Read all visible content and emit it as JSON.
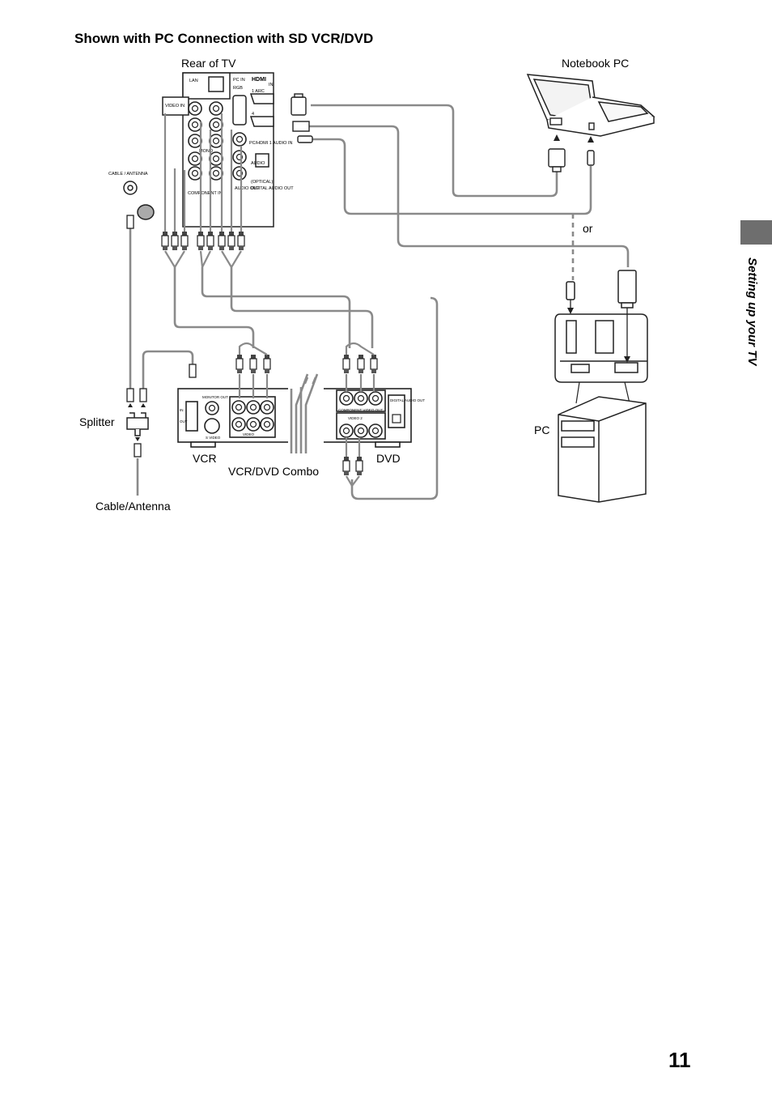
{
  "heading": "Shown with PC Connection with SD VCR/DVD",
  "labels": {
    "rear_of_tv": "Rear of TV",
    "notebook_pc": "Notebook PC",
    "or": "or",
    "splitter": "Splitter",
    "vcr": "VCR",
    "vcr_dvd_combo": "VCR/DVD Combo",
    "dvd": "DVD",
    "pc": "PC",
    "cable_antenna": "Cable/Antenna"
  },
  "tv_panel_labels": {
    "lan": "LAN",
    "pc_in": "PC IN",
    "rgb": "RGB",
    "hdmi": "HDMI",
    "hdmi_in": "IN",
    "hdmi_arc": "1 ARC",
    "hdmi_4": "4",
    "video_in": "VIDEO IN",
    "mono": "MONO",
    "pc_audio_in": "PC/HDMI 1 AUDIO IN",
    "audio": "AUDIO",
    "optical": "(OPTICAL)",
    "audio_out": "AUDIO OUT",
    "digital_audio_out": "DIGITAL AUDIO OUT",
    "component_in": "COMPONENT IN",
    "cable_antenna": "CABLE / ANTENNA"
  },
  "vcr_panel_labels": {
    "monitor_out": "MONITOR OUT",
    "in": "IN",
    "out": "OUT",
    "s_video": "S VIDEO",
    "video": "VIDEO"
  },
  "dvd_panel_labels": {
    "component_video_out": "COMPONENT VIDEO OUT",
    "video2": "VIDEO 2",
    "digital_audio_out": "DIGITAL AUDIO OUT"
  },
  "sidebar_tab": "Setting up your TV",
  "page_number": "11",
  "colors": {
    "cable": "#8a8a8a",
    "tab": "#6e6e6e",
    "line": "#222222"
  }
}
